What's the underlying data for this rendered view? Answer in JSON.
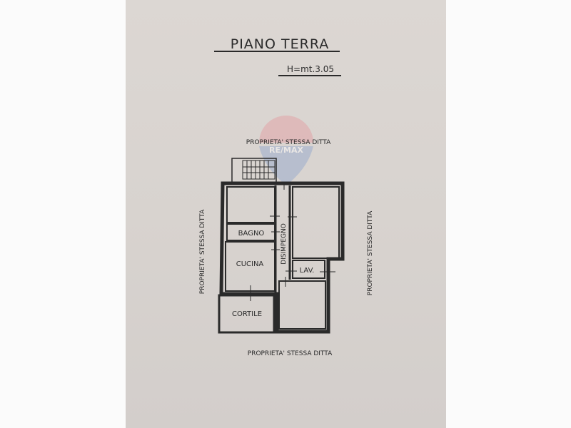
{
  "title": "PIANO TERRA",
  "height_note": "H=mt.3.05",
  "watermark_logo": "RE/MAX",
  "neighbors": {
    "top": "PROPRIETA' STESSA DITTA",
    "bottom": "PROPRIETA' STESSA DITTA",
    "left": "PROPRIETA' STESSA DITTA",
    "right": "PROPRIETA' STESSA DITTA"
  },
  "rooms": {
    "bagno": "BAGNO",
    "cucina": "CUCINA",
    "disimpegno": "DISIMPEGNO",
    "lav": "LAV.",
    "cortile": "CORTILE"
  },
  "colors": {
    "paper": "#d9d4d0",
    "ink": "#2a2a2a"
  }
}
